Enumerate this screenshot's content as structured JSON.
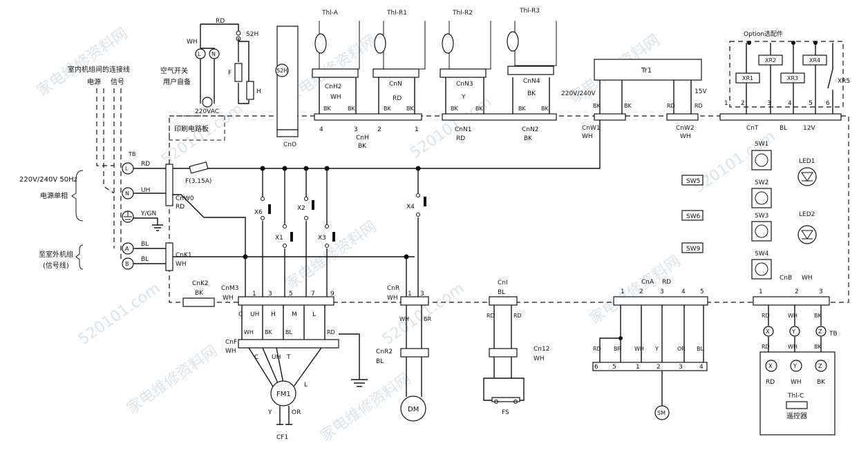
{
  "labels": {
    "cable_title": "室内机组间的连接线",
    "power": "电源",
    "signal": "信号",
    "supply_volt": "220V/240V 50Hz",
    "supply_phase": "电源单相",
    "to_outdoor": "至室外机组",
    "signal_line": "(信号线)",
    "air_switch": "空气开关",
    "user_supplied": "用户自备",
    "vac": "220VAC",
    "pcb": "印刷电路板",
    "option": "Option选配件",
    "trans_primary": "220V/240V",
    "trans_secondary": "15V",
    "fuse": "F(3.15A)",
    "watermark_logo": "家电维修资料网",
    "watermark_url": "520101.com"
  },
  "terminals": {
    "tb": "TB",
    "l": "L",
    "n": "N",
    "a": "A",
    "b": "B",
    "rd": "RD",
    "uh": "UH",
    "ygn": "Y/GN",
    "bl1": "BL",
    "bl2": "BL",
    "cnw0": "CnW0",
    "cnw0_col": "RD",
    "cnk1": "CnK1",
    "cnk1_col": "WH"
  },
  "heater": {
    "rd": "RD",
    "s2h": "S2H",
    "wh": "WH",
    "l": "L",
    "n": "N",
    "f": "F",
    "h": "H"
  },
  "thermistors": {
    "a": "Thl-A",
    "r1": "Thl-R1",
    "r2": "Thl-R2",
    "r3": "Thl-R3",
    "cnh2": "CnH2",
    "cnh2_col": "WH",
    "cnn": "CnN",
    "cnn_col": "RD",
    "cnn3": "CnN3",
    "cnn3_col": "Y",
    "cnn4": "CnN4",
    "cnn4_col": "BK",
    "bk": "BK",
    "cnh": "CnH",
    "cnh_col": "BK",
    "cnn1": "CnN1",
    "cnn1_col": "RD",
    "cnn2": "CnN2",
    "cnn2_col": "BK",
    "s2h": "S2H",
    "cno": "CnO",
    "p4": "4",
    "p3": "3",
    "p2": "2",
    "p1": "1"
  },
  "transformer": {
    "tr": "Tr1",
    "cnw1": "CnW1",
    "cnw1_col": "WH",
    "cnw2": "CnW2",
    "cnw2_col": "WH",
    "rd": "RD",
    "bk": "BK"
  },
  "options": {
    "xr1": "XR1",
    "xr2": "XR2",
    "xr3": "XR3",
    "xr4": "XR4",
    "xr5": "XR5",
    "cnt": "CnT",
    "bl": "BL",
    "v12": "12V",
    "p1": "1",
    "p2": "2",
    "p3": "3",
    "p4": "4",
    "p5": "5",
    "p6": "6"
  },
  "relays": {
    "x1": "X1",
    "x2": "X2",
    "x3": "X3",
    "x4": "X4",
    "x6": "X6"
  },
  "switches": {
    "sw1": "SW1",
    "sw2": "SW2",
    "sw3": "SW3",
    "sw4": "SW4",
    "sw5": "SW5",
    "sw6": "SW6",
    "sw9": "SW9",
    "led1": "LED1",
    "led2": "LED2"
  },
  "fan": {
    "cnk2": "CnK2",
    "cnk2_col": "BK",
    "cnm3": "CnM3",
    "cnm3_col": "WH",
    "p1": "1",
    "p3": "3",
    "p5": "5",
    "p7": "7",
    "p9": "9",
    "c": "C",
    "uh": "UH",
    "h": "H",
    "m": "M",
    "l": "L",
    "wh": "WH",
    "bk": "BK",
    "bl": "BL",
    "rd": "RD",
    "cnf": "CnF",
    "cnf_col": "WH",
    "motor": "FM1",
    "cf": "CF1",
    "y": "Y",
    "or": "OR",
    "t": "T"
  },
  "drain": {
    "cnr": "CnR",
    "cnr_col": "WH",
    "cnr2": "CnR2",
    "cnr2_col": "BL",
    "wh": "WH",
    "br": "BR",
    "motor": "DM",
    "p1": "1",
    "p3": "3"
  },
  "float": {
    "cni": "CnI",
    "cni_col": "BL",
    "cn12": "Cn12",
    "cn12_col": "WH",
    "rd": "RD",
    "fs": "FS"
  },
  "step": {
    "cna": "CnA",
    "cna_col": "RD",
    "p1": "1",
    "p2": "2",
    "p3": "3",
    "p4": "4",
    "p5": "5",
    "p6": "6",
    "rd": "RD",
    "br": "BR",
    "wh": "WH",
    "y": "Y",
    "or": "OR",
    "bl": "BL",
    "motor": "SM"
  },
  "remote": {
    "cnb": "CnB",
    "cnb_col": "WH",
    "p1": "1",
    "p2": "2",
    "p3": "3",
    "rd": "RD",
    "wh": "WH",
    "bk": "BK",
    "x": "X",
    "y": "Y",
    "z": "Z",
    "tb": "TB",
    "th": "Thl-C",
    "receiver": "遥控器"
  }
}
